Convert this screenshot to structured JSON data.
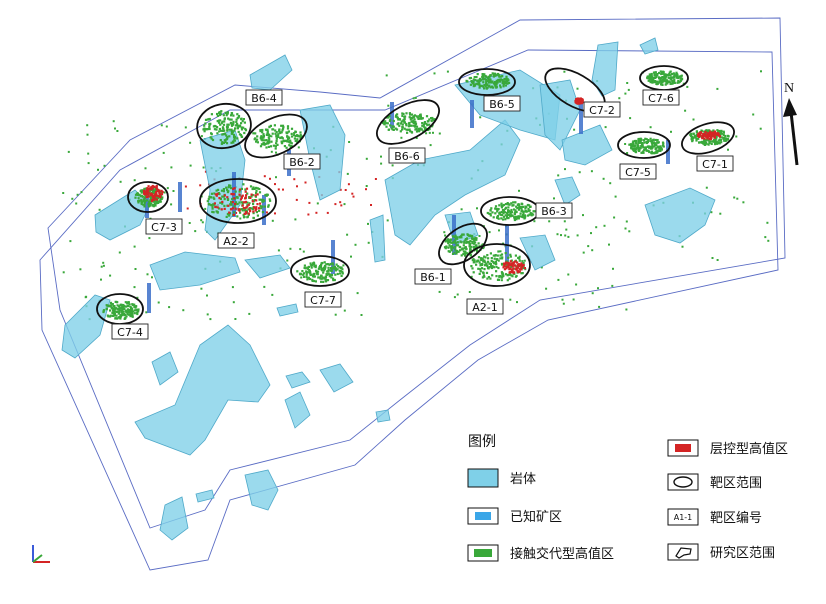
{
  "north_label": "N",
  "colors": {
    "rock": "#7fd0e8",
    "rock_edge": "#4fa9c9",
    "ore": "#3b6fc9",
    "green": "#39a83a",
    "red": "#d42424",
    "ellipse": "#111111",
    "boundary": "#5a6cc4"
  },
  "targets": [
    {
      "code": "B6-4"
    },
    {
      "code": "B6-2"
    },
    {
      "code": "B6-6"
    },
    {
      "code": "B6-5"
    },
    {
      "code": "C7-2"
    },
    {
      "code": "C7-6"
    },
    {
      "code": "C7-5"
    },
    {
      "code": "C7-1"
    },
    {
      "code": "C7-3"
    },
    {
      "code": "A2-2"
    },
    {
      "code": "B6-3"
    },
    {
      "code": "B6-1"
    },
    {
      "code": "A2-1"
    },
    {
      "code": "C7-7"
    },
    {
      "code": "C7-4"
    }
  ],
  "legend": {
    "title": "图例",
    "items": [
      {
        "label": "岩体",
        "icon": "rock-swatch-icon"
      },
      {
        "label": "已知矿区",
        "icon": "ore-swatch-icon"
      },
      {
        "label": "接触交代型高值区",
        "icon": "green-swatch-icon"
      },
      {
        "label": "层控型高值区",
        "icon": "red-swatch-icon"
      },
      {
        "label": "靶区范围",
        "icon": "ellipse-icon"
      },
      {
        "label": "靶区编号",
        "icon": "label-box-icon",
        "sample": "A1-1"
      },
      {
        "label": "研究区范围",
        "icon": "boundary-icon"
      }
    ]
  }
}
